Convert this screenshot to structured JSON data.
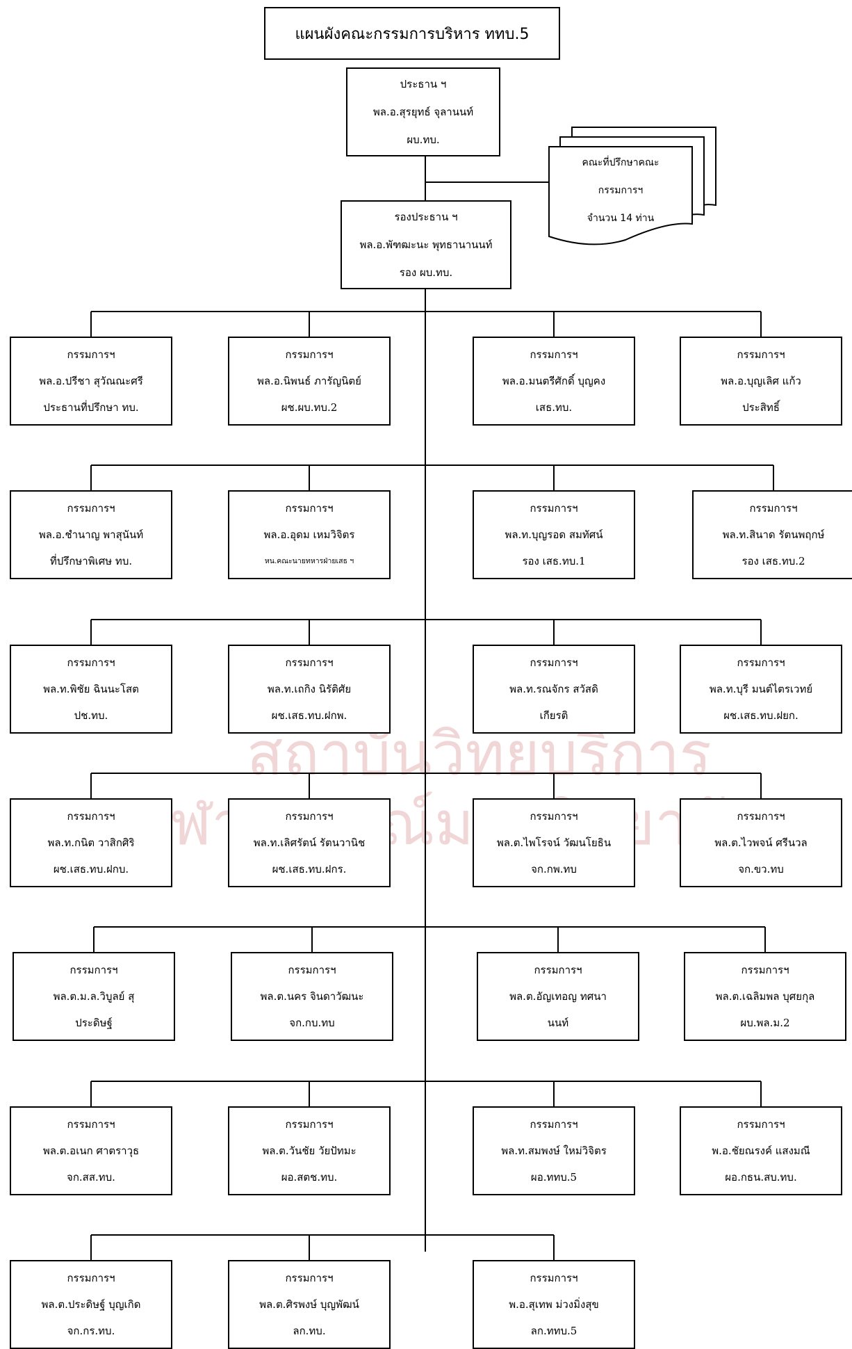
{
  "title": "แผนผังคณะกรรมการบริหาร ททบ.5",
  "watermark": {
    "line1": "สถาบันวิทยบริการ",
    "line2": "จุฬาลงกรณ์มหาวิทยาลัย"
  },
  "chairman": {
    "lines": [
      "ประธาน ฯ",
      "พล.อ.สุรยุทธ์ จุลานนท์",
      "ผบ.ทบ."
    ]
  },
  "advisors": {
    "lines": [
      "คณะที่ปรึกษาคณะ",
      "กรรมการฯ",
      "จำนวน 14 ท่าน"
    ]
  },
  "vice_chairman": {
    "lines": [
      "รองประธาน ฯ",
      "พล.อ.พัฑฒะนะ พุทธานานนท์",
      "รอง ผบ.ทบ."
    ]
  },
  "rows": [
    [
      {
        "lines": [
          "กรรมการฯ",
          "พล.อ.ปรีชา สุวัณณะศรี",
          "ประธานที่ปรึกษา ทบ."
        ]
      },
      {
        "lines": [
          "กรรมการฯ",
          "พล.อ.นิพนธ์ ภารัญนิตย์",
          "ผช.ผบ.ทบ.2"
        ]
      },
      {
        "lines": [
          "กรรมการฯ",
          "พล.อ.มนตรีศักดิ์ บุญคง",
          "เสธ.ทบ."
        ]
      },
      {
        "lines": [
          "กรรมการฯ",
          "พล.อ.บุญเลิศ แก้ว",
          "ประสิทธิ์"
        ]
      }
    ],
    [
      {
        "lines": [
          "กรรมการฯ",
          "พล.อ.ชำนาญ พาสุนันท์",
          "ที่ปรึกษาพิเศษ ทบ."
        ]
      },
      {
        "lines": [
          "กรรมการฯ",
          "พล.อ.อุดม เหมวิจิตร",
          "หน.คณะนายทหารฝ่ายเสธ ฯ"
        ]
      },
      {
        "lines": [
          "กรรมการฯ",
          "พล.ท.บุญรอด สมทัศน์",
          "รอง เสธ.ทบ.1"
        ]
      },
      {
        "lines": [
          "กรรมการฯ",
          "พล.ท.สินาด รัตนพฤกษ์",
          "รอง เสธ.ทบ.2"
        ]
      }
    ],
    [
      {
        "lines": [
          "กรรมการฯ",
          "พล.ท.พิชัย ฉินนะโสต",
          "ปช.ทบ."
        ]
      },
      {
        "lines": [
          "กรรมการฯ",
          "พล.ท.เถกิง นิรัติศัย",
          "ผช.เสธ.ทบ.ฝกพ."
        ]
      },
      {
        "lines": [
          "กรรมการฯ",
          "พล.ท.รณจักร สวัสดิ",
          "เกียรติ"
        ]
      },
      {
        "lines": [
          "กรรมการฯ",
          "พล.ท.บุรี มนต์ไตรเวทย์",
          "ผช.เสธ.ทบ.ฝยก."
        ]
      }
    ],
    [
      {
        "lines": [
          "กรรมการฯ",
          "พล.ท.กนิต วาสิกศิริ",
          "ผช.เสธ.ทบ.ฝกบ."
        ]
      },
      {
        "lines": [
          "กรรมการฯ",
          "พล.ท.เลิศรัตน์ รัตนวานิช",
          "ผช.เสธ.ทบ.ฝกร."
        ]
      },
      {
        "lines": [
          "กรรมการฯ",
          "พล.ต.ไพโรจน์ วัฒนโยธิน",
          "จก.กพ.ทบ"
        ]
      },
      {
        "lines": [
          "กรรมการฯ",
          "พล.ต.ไวพจน์ ศรีนวล",
          "จก.ขว.ทบ"
        ]
      }
    ],
    [
      {
        "lines": [
          "กรรมการฯ",
          "พล.ต.ม.ล.วิบูลย์ สุ",
          "ประดิษฐ์"
        ]
      },
      {
        "lines": [
          "กรรมการฯ",
          "พล.ต.นคร จินดาวัฒนะ",
          "จก.กบ.ทบ"
        ]
      },
      {
        "lines": [
          "กรรมการฯ",
          "พล.ต.อัญเทอญ ทศนา",
          "นนท์"
        ]
      },
      {
        "lines": [
          "กรรมการฯ",
          "พล.ต.เฉลิมพล บุศยกุล",
          "ผบ.พล.ม.2"
        ]
      }
    ],
    [
      {
        "lines": [
          "กรรมการฯ",
          "พล.ต.อเนก ศาตราวุธ",
          "จก.สส.ทบ."
        ]
      },
      {
        "lines": [
          "กรรมการฯ",
          "พล.ต.วันชัย วัยปัทมะ",
          "ผอ.สตช.ทบ."
        ]
      },
      {
        "lines": [
          "กรรมการฯ",
          "พล.ท.สมพงษ์ ใหม่วิจิตร",
          "ผอ.ททบ.5"
        ]
      },
      {
        "lines": [
          "กรรมการฯ",
          "พ.อ.ชัยณรงค์ แสงมณี",
          "ผอ.กธน.สบ.ทบ."
        ]
      }
    ],
    [
      {
        "lines": [
          "กรรมการฯ",
          "พล.ต.ประดิษฐ์ บุญเกิด",
          "จก.กร.ทบ."
        ]
      },
      {
        "lines": [
          "กรรมการฯ",
          "พล.ต.ศิรพงษ์ บุญพัฒน์",
          "ลก.ทบ."
        ]
      },
      {
        "lines": [
          "กรรมการฯ",
          "พ.อ.สุเทพ ม่วงมิ่งสุข",
          "ลก.ททบ.5"
        ]
      }
    ]
  ]
}
